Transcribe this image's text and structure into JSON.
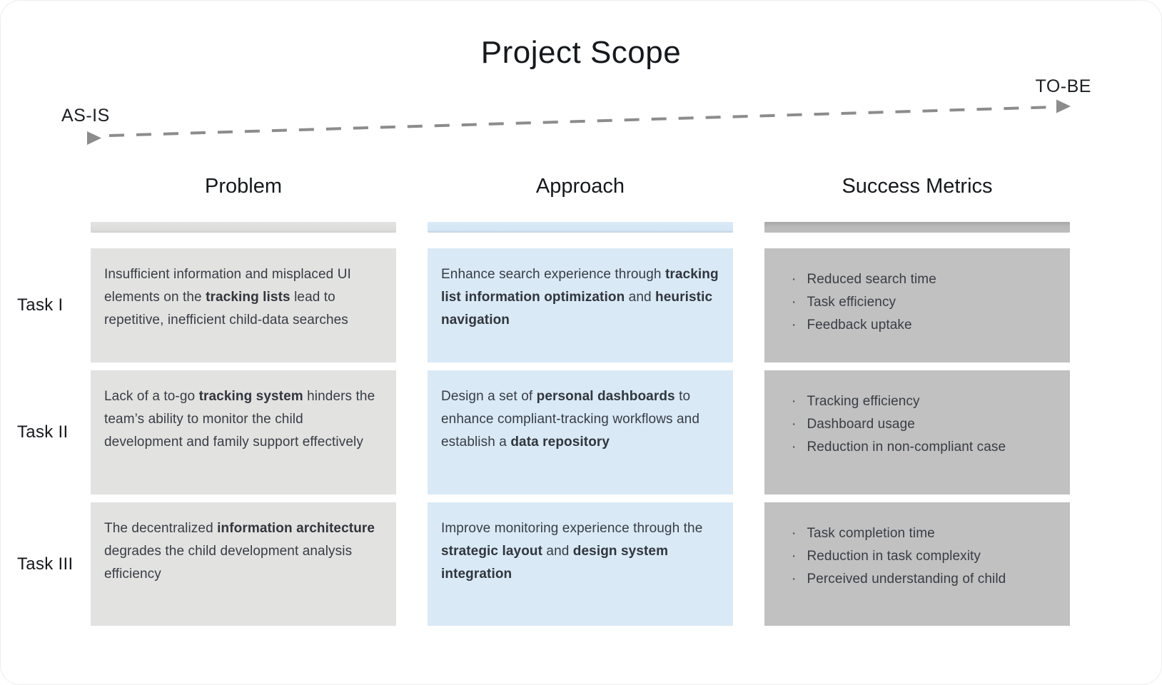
{
  "title": "Project Scope",
  "timeline": {
    "as_is": "AS-IS",
    "to_be": "TO-BE"
  },
  "colors": {
    "problem_bg": "#e2e2e1",
    "approach_bg": "#d9e9f6",
    "metrics_bg": "#c1c1c1",
    "arrow_gray": "#8c8c8c",
    "body_text": "#383d45",
    "heading_text": "#15181c"
  },
  "columns": [
    {
      "key": "problem",
      "label": "Problem"
    },
    {
      "key": "approach",
      "label": "Approach"
    },
    {
      "key": "metrics",
      "label": "Success Metrics"
    }
  ],
  "rows": [
    {
      "label": "Task I",
      "problem_segments": [
        {
          "t": "Insufficient information and misplaced UI elements on the ",
          "b": false
        },
        {
          "t": "tracking lists",
          "b": true
        },
        {
          "t": " lead to repetitive, inefficient child-data searches",
          "b": false
        }
      ],
      "approach_segments": [
        {
          "t": "Enhance search experience through ",
          "b": false
        },
        {
          "t": "tracking list information optimization",
          "b": true
        },
        {
          "t": " and ",
          "b": false
        },
        {
          "t": "heuristic navigation",
          "b": true
        }
      ],
      "metrics": [
        "Reduced search time",
        "Task efficiency",
        "Feedback uptake"
      ]
    },
    {
      "label": "Task II",
      "problem_segments": [
        {
          "t": "Lack of a to-go ",
          "b": false
        },
        {
          "t": "tracking system",
          "b": true
        },
        {
          "t": " hinders the team’s ability to monitor the child development and family support effectively",
          "b": false
        }
      ],
      "approach_segments": [
        {
          "t": "Design a set of ",
          "b": false
        },
        {
          "t": "personal dashboards",
          "b": true
        },
        {
          "t": " to enhance compliant-tracking workflows and establish a ",
          "b": false
        },
        {
          "t": "data repository",
          "b": true
        }
      ],
      "metrics": [
        "Tracking efficiency",
        "Dashboard usage",
        "Reduction in non-compliant case"
      ]
    },
    {
      "label": "Task III",
      "problem_segments": [
        {
          "t": "The decentralized ",
          "b": false
        },
        {
          "t": "information architecture",
          "b": true
        },
        {
          "t": " degrades the child development analysis efficiency",
          "b": false
        }
      ],
      "approach_segments": [
        {
          "t": "Improve monitoring experience through the ",
          "b": false
        },
        {
          "t": "strategic layout",
          "b": true
        },
        {
          "t": " and ",
          "b": false
        },
        {
          "t": "design system integration",
          "b": true
        }
      ],
      "metrics": [
        "Task completion time",
        "Reduction in task complexity",
        "Perceived understanding of child"
      ]
    }
  ]
}
